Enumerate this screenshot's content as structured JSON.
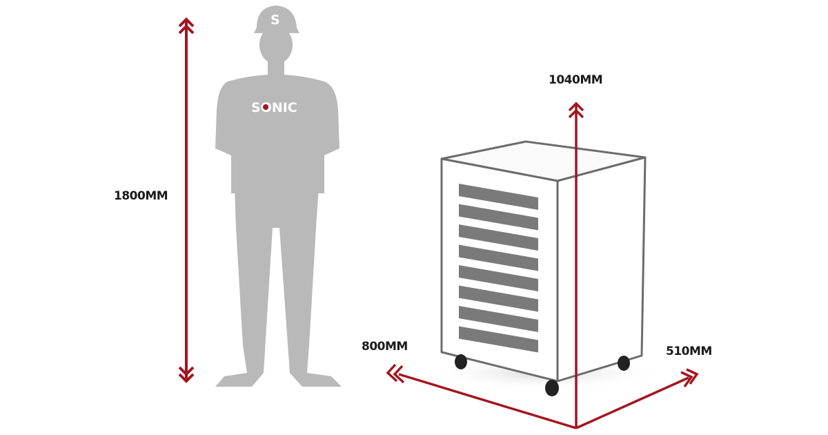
{
  "dimensions": {
    "person_height": "1800MM",
    "cabinet_height": "1040MM",
    "cabinet_width": "800MM",
    "cabinet_depth": "510MM"
  },
  "person": {
    "logo_text": "SONIC",
    "helmet_logo": "S"
  },
  "colors": {
    "accent": "#a3151f",
    "silhouette": "#b9b9b9",
    "drawer": "#7a7a7a",
    "outline": "#6b6b6b"
  }
}
